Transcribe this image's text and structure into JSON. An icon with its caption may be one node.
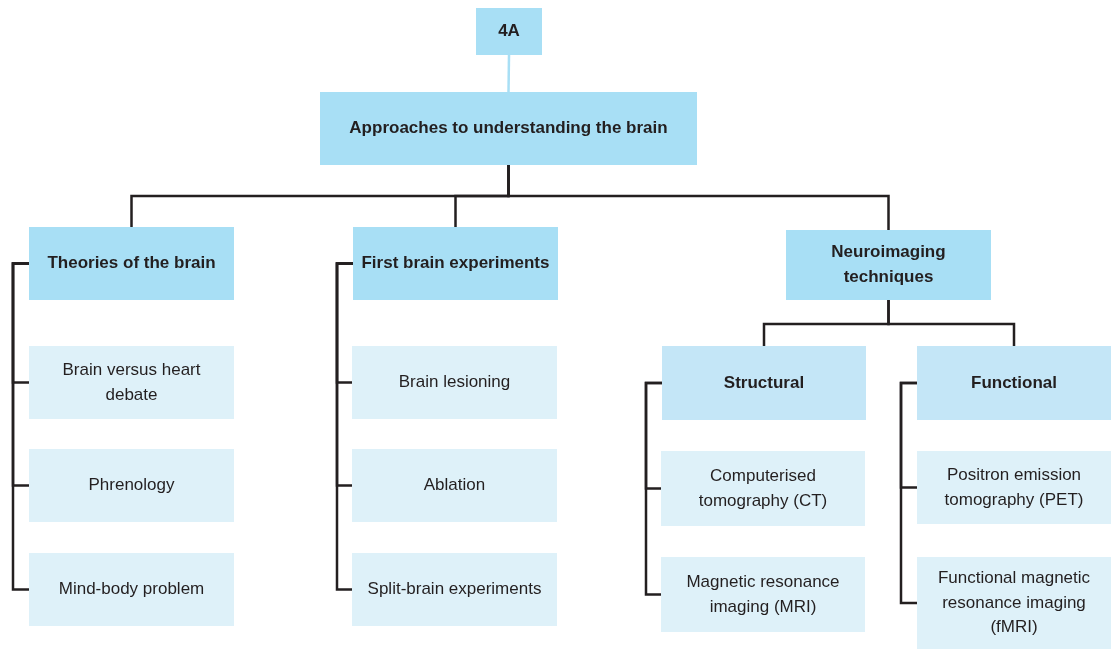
{
  "diagram": {
    "nodes": [
      {
        "text": [
          "4A"
        ]
      },
      {
        "text": [
          "Approaches to understanding the brain"
        ]
      },
      {
        "text": [
          "Theories of the brain"
        ]
      },
      {
        "text": [
          "First brain experiments"
        ]
      },
      {
        "text": [
          "Neuroimaging techniques"
        ]
      },
      {
        "text": [
          "Brain versus heart debate"
        ]
      },
      {
        "text": [
          "Phrenology"
        ]
      },
      {
        "text": [
          "Mind-body problem"
        ]
      },
      {
        "text": [
          "Brain lesioning"
        ]
      },
      {
        "text": [
          "Ablation"
        ]
      },
      {
        "text": [
          "Split-brain experiments"
        ]
      },
      {
        "text": [
          "Structural"
        ]
      },
      {
        "text": [
          "Functional"
        ]
      },
      {
        "text": [
          "Computerised tomography (CT)"
        ]
      },
      {
        "text": [
          "Magnetic resonance imaging (MRI)"
        ]
      },
      {
        "text": [
          "Positron emission tomography (PET)"
        ]
      },
      {
        "text": [
          "Functional magnetic resonance imaging (fMRI)"
        ]
      }
    ],
    "edges": [
      {
        "from": 0,
        "to": 1,
        "arrow": "none",
        "color": "#a8dff5"
      },
      {
        "from": 1,
        "to": 2,
        "arrow": "none"
      },
      {
        "from": 1,
        "to": 3,
        "arrow": "none"
      },
      {
        "from": 1,
        "to": 4,
        "arrow": "none"
      },
      {
        "from": 2,
        "to": 5,
        "arrow": "none"
      },
      {
        "from": 2,
        "to": 6,
        "arrow": "none"
      },
      {
        "from": 2,
        "to": 7,
        "arrow": "none"
      },
      {
        "from": 3,
        "to": 8,
        "arrow": "none"
      },
      {
        "from": 3,
        "to": 9,
        "arrow": "none"
      },
      {
        "from": 3,
        "to": 10,
        "arrow": "none"
      },
      {
        "from": 4,
        "to": 11,
        "arrow": "none"
      },
      {
        "from": 4,
        "to": 12,
        "arrow": "none"
      },
      {
        "from": 11,
        "to": 13,
        "arrow": "none"
      },
      {
        "from": 11,
        "to": 14,
        "arrow": "none"
      },
      {
        "from": 12,
        "to": 15,
        "arrow": "none"
      },
      {
        "from": 12,
        "to": 16,
        "arrow": "none"
      }
    ]
  }
}
